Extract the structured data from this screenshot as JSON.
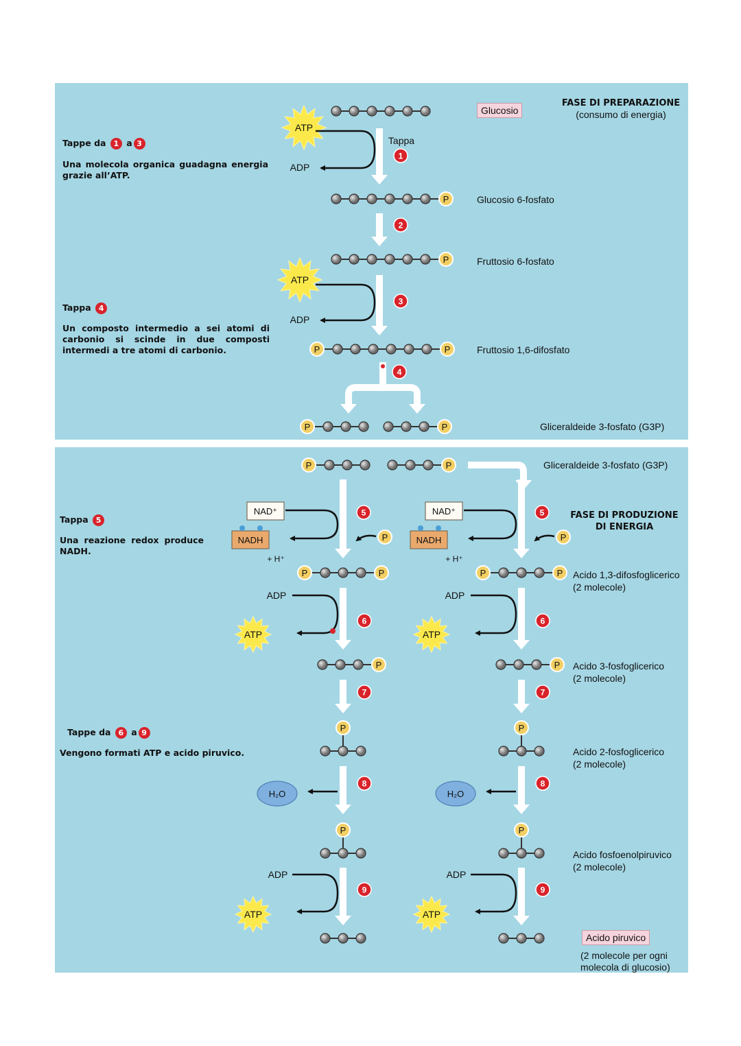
{
  "colors": {
    "panel_bg": "#a5d6e4",
    "arrow": "#ffffff",
    "step_badge": "#d9232b",
    "atp_star": "#fbe94c",
    "phosphate": "#f2cf63",
    "carbon": "#8f8f8f",
    "nadh_box": "#eaa96c",
    "water": "#7fb0df"
  },
  "panel1": {
    "phase_title": "FASE DI PREPARAZIONE",
    "phase_sub": "(consumo di energia)",
    "left1": {
      "title_pre": "Tappe da",
      "n1": "1",
      "mid": "a",
      "n2": "3",
      "desc": "Una molecola organica guadagna energia grazie all’ATP."
    },
    "left2": {
      "title": "Tappa",
      "n": "4",
      "desc": "Un composto intermedio a sei atomi di carbonio si scinde in due composti intermedi a tre atomi di carbonio."
    },
    "glucose_box": "Glucosio",
    "tappa_label": "Tappa",
    "molecules": [
      "Glucosio 6-fosfato",
      "Fruttosio 6-fosfato",
      "Fruttosio 1,6-difosfato",
      "Gliceraldeide 3-fosfato (G3P)"
    ],
    "atp": "ATP",
    "adp": "ADP",
    "p": "P",
    "steps": [
      "1",
      "2",
      "3",
      "4"
    ]
  },
  "panel2": {
    "phase_title_1": "FASE DI PRODUZIONE",
    "phase_title_2": "DI ENERGIA",
    "left1": {
      "title": "Tappa",
      "n": "5",
      "desc": "Una reazione redox produce NADH."
    },
    "left2": {
      "title_pre": "Tappe da",
      "n1": "6",
      "mid": "a",
      "n2": "9",
      "desc": "Vengono formati ATP e acido piruvico."
    },
    "g3p": "Gliceraldeide 3-fosfato (G3P)",
    "nad": "NAD⁺",
    "nadh": "NADH",
    "hplus": "+ H⁺",
    "water": "H₂O",
    "products": [
      {
        "name": "Acido 1,3-difosfoglicerico",
        "qty": "(2 molecole)"
      },
      {
        "name": "Acido 3-fosfoglicerico",
        "qty": "(2 molecole)"
      },
      {
        "name": "Acido 2-fosfoglicerico",
        "qty": "(2 molecole)"
      },
      {
        "name": "Acido fosfoenolpiruvico",
        "qty": "(2 molecole)"
      }
    ],
    "pyruvate": "Acido piruvico",
    "pyruvate_note_1": "(2 molecole per ogni",
    "pyruvate_note_2": "molecola di glucosio)",
    "steps": [
      "5",
      "6",
      "7",
      "8",
      "9"
    ]
  }
}
